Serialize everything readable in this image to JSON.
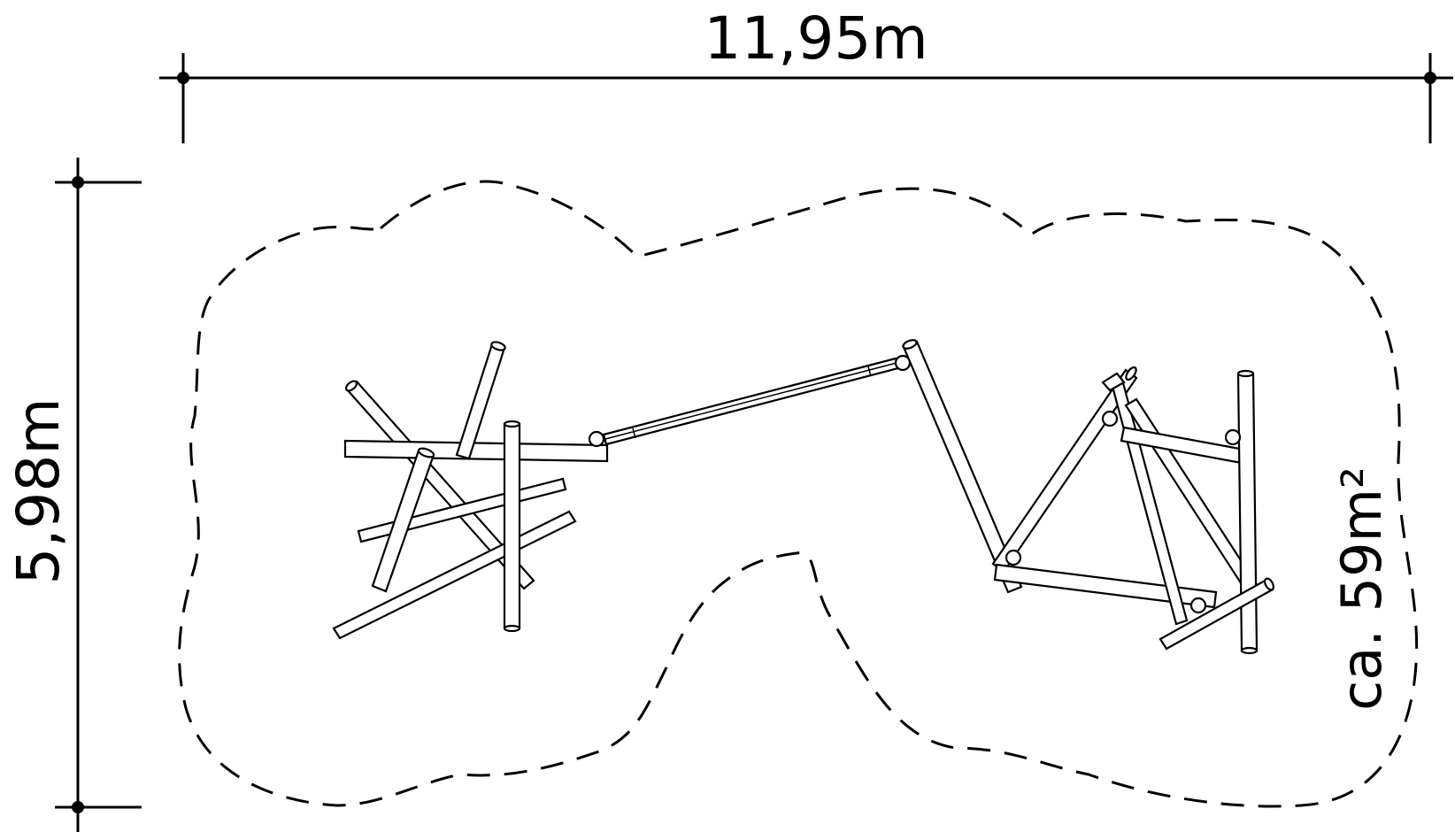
{
  "dimensions": {
    "width_label": "11,95m",
    "height_label": "5,98m",
    "area_label": "ca. 59m²"
  },
  "colors": {
    "ink": "#000000",
    "background": "#ffffff"
  }
}
